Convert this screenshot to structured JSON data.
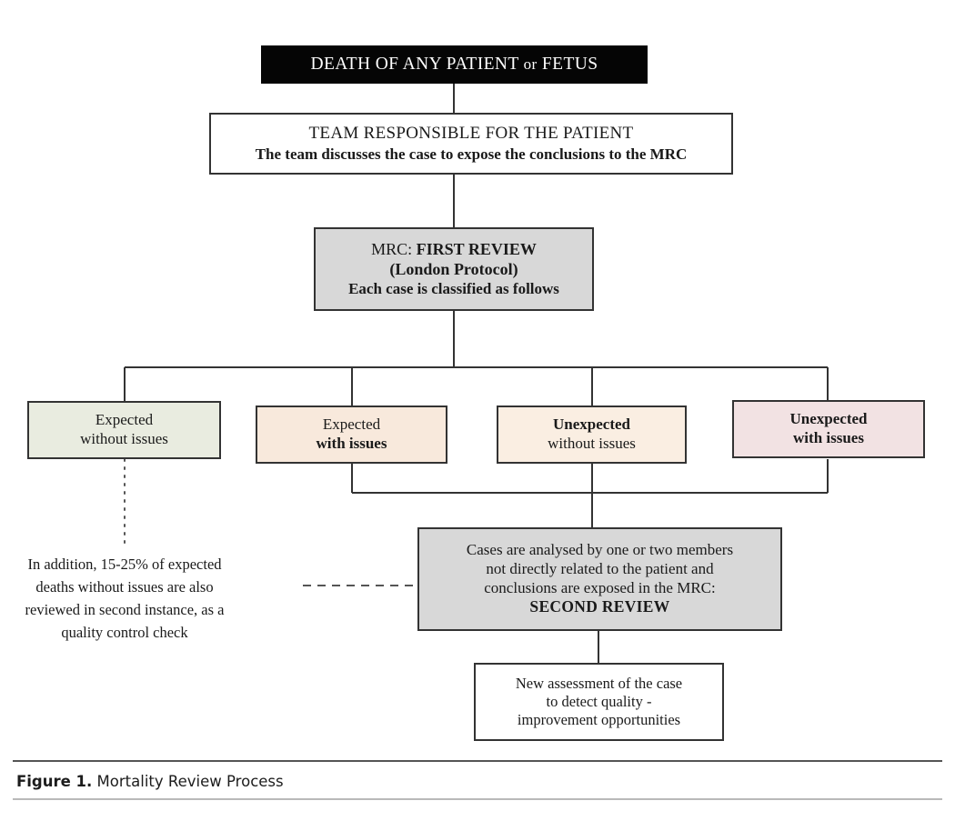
{
  "figure": {
    "caption_label": "Figure 1.",
    "caption_text": " Mortality Review Process"
  },
  "colors": {
    "root_fill": "#050505",
    "root_text": "#ffffff",
    "review_fill": "#d8d8d8",
    "expected_without_issues_fill": "#e9ece0",
    "expected_with_issues_fill": "#f8e9dc",
    "unexpected_without_issues_fill": "#faeee2",
    "unexpected_with_issues_fill": "#f2e2e3",
    "stroke": "#333333",
    "page_background": "#ffffff"
  },
  "nodes": {
    "death": {
      "line1_a": "DEATH OF ANY PATIENT ",
      "line1_or": "or",
      "line1_b": " FETUS"
    },
    "team": {
      "line1": "TEAM RESPONSIBLE FOR THE PATIENT",
      "line2": "The team discusses the case to expose the conclusions to the MRC"
    },
    "mrc": {
      "line1_plain": "MRC: ",
      "line1_bold": "FIRST  REVIEW",
      "line2": "(London  Protocol)",
      "line3": "Each case is classified as follows"
    },
    "categories": [
      {
        "line1": "Expected",
        "line2": "without issues",
        "bold_line": 0
      },
      {
        "line1": "Expected",
        "line2": "with  issues",
        "bold_line": 2
      },
      {
        "line1": "Unexpected",
        "line2": "without issues",
        "bold_line": 1
      },
      {
        "line1": "Unexpected",
        "line2": "with  issues",
        "bold_line": 3
      }
    ],
    "second_review": {
      "line1": "Cases are analysed by one or two members",
      "line2": "not directly related to the patient and",
      "line3": "conclusions are exposed in the MRC:",
      "line4": "SECOND  REVIEW"
    },
    "assessment": {
      "line1": "New assessment of the case",
      "line2": "to detect quality -",
      "line3": "improvement opportunities"
    },
    "quality_note": {
      "line1": "In addition, 15-25% of expected",
      "line2": "deaths without issues are also",
      "line3": "reviewed in second instance, as a",
      "line4": "quality control check"
    }
  }
}
